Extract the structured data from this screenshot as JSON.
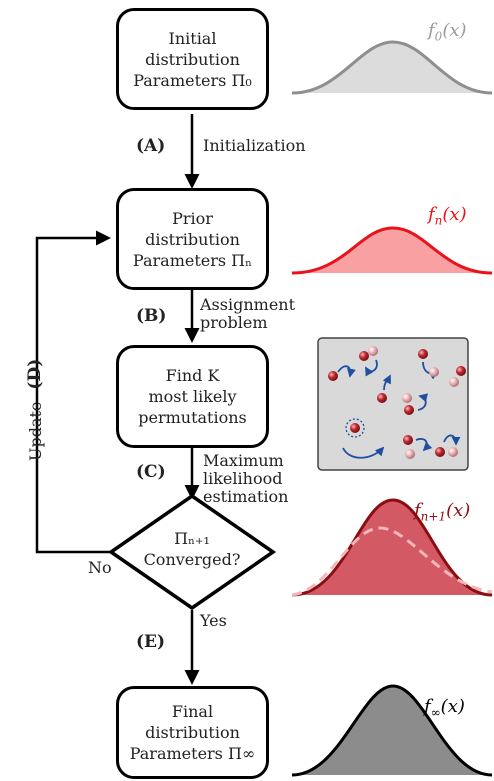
{
  "boxes": {
    "initial": {
      "line1": "Initial",
      "line2": "distribution",
      "line3": "Parameters Π₀"
    },
    "prior": {
      "line1": "Prior",
      "line2": "distribution",
      "line3": "Parameters Πₙ"
    },
    "findk": {
      "line1": "Find K",
      "line2": "most likely",
      "line3": "permutations"
    },
    "decision": {
      "line1": "Πₙ₊₁",
      "line2": "Converged?"
    },
    "final": {
      "line1": "Final",
      "line2": "distribution",
      "line3": "Parameters Π∞"
    }
  },
  "steps": {
    "a": {
      "tag": "(A)",
      "text": "Initialization"
    },
    "b": {
      "tag": "(B)",
      "text1": "Assignment",
      "text2": "problem"
    },
    "c": {
      "tag": "(C)",
      "text1": "Maximum",
      "text2": "likelihood",
      "text3": "estimation"
    },
    "d": {
      "tag": "(D)",
      "text": "Update"
    },
    "e": {
      "tag": "(E)",
      "text": "Yes"
    },
    "no": "No"
  },
  "curves": {
    "f0": {
      "fn": "f",
      "sub": "0",
      "arg": "(x)",
      "color": "#9a9a9a",
      "fill": "#dcdcdc"
    },
    "fn": {
      "fn": "f",
      "sub": "n",
      "arg": "(x)",
      "color": "#e8141b",
      "fill": "#f9a0a3"
    },
    "fn1": {
      "fn": "f",
      "sub": "n+1",
      "arg": "(x)",
      "color": "#8b0d12",
      "fill": "#d35a64"
    },
    "finf": {
      "fn": "f",
      "sub": "∞",
      "arg": "(x)",
      "color": "#000000",
      "fill": "#8c8c8c"
    }
  },
  "colors": {
    "panel_bg": "#d9d9d9",
    "particle": "#b8202a",
    "particle_light": "#e8a8ac",
    "arrow_blue": "#1e4fa0"
  }
}
